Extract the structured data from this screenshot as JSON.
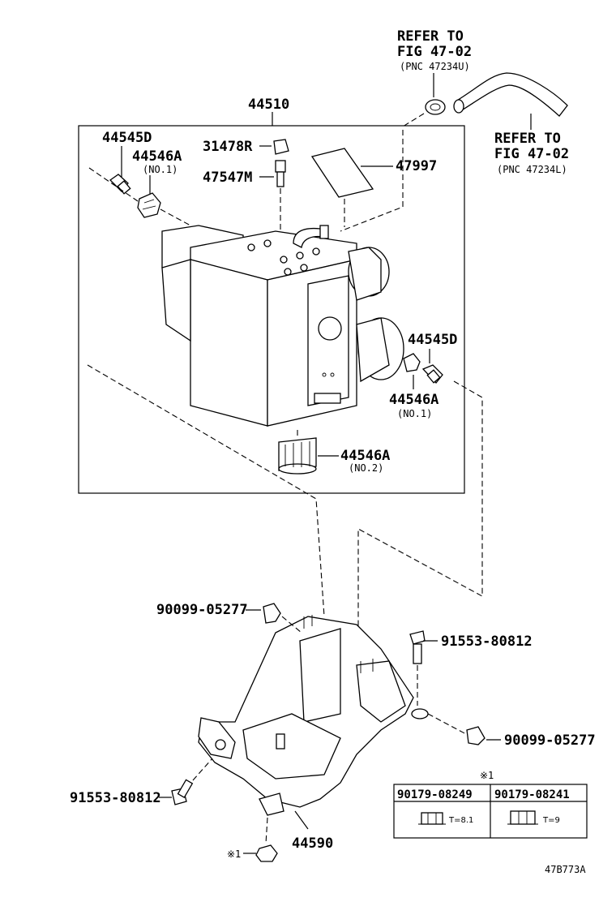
{
  "refer_top": {
    "line1": "REFER TO",
    "line2": "FIG 47-02",
    "pnc": "(PNC 47234U)"
  },
  "refer_right": {
    "line1": "REFER TO",
    "line2": "FIG 47-02",
    "pnc": "(PNC 47234L)"
  },
  "parts": {
    "assembly": "44510",
    "sensor_left": "44545D",
    "cushion_left": "44546A",
    "cushion_left_note": "(NO.1)",
    "cap": "31478R",
    "union": "47547M",
    "label": "47997",
    "sensor_right": "44545D",
    "cushion_right": "44546A",
    "cushion_right_note": "(NO.1)",
    "cushion_bottom": "44546A",
    "cushion_bottom_note": "(NO.2)",
    "bolt_upper_left": "90099-05277",
    "bolt_upper_right": "91553-80812",
    "bolt_lower_right": "90099-05277",
    "bolt_lower_left": "91553-80812",
    "bracket": "44590",
    "nut_mark": "※1"
  },
  "table": {
    "mark": "※1",
    "columns": [
      "90179-08249",
      "90179-08241"
    ],
    "specs": [
      "T=8.1",
      "T=9"
    ]
  },
  "figure_code": "47B773A"
}
